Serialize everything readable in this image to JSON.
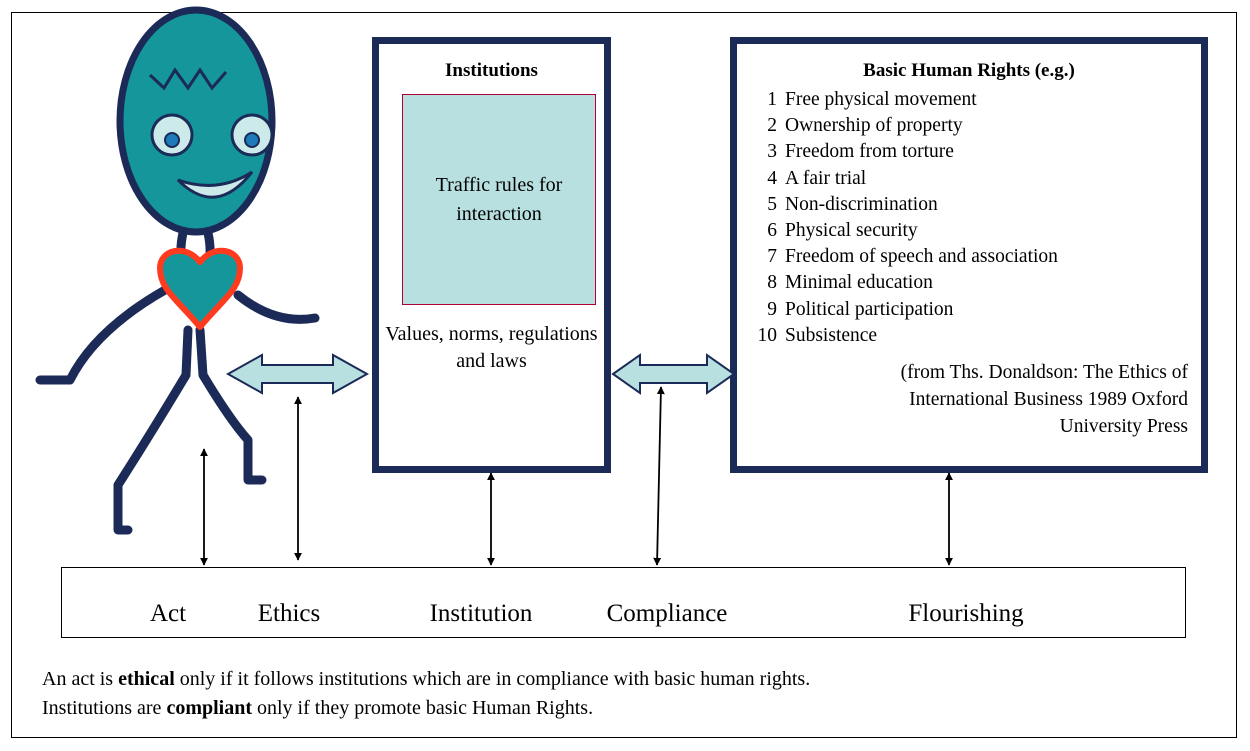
{
  "institutions": {
    "title": "Institutions",
    "inner_box_text": "Traffic rules for interaction",
    "caption": "Values, norms, regulations and laws"
  },
  "rights": {
    "title": "Basic Human Rights (e.g.)",
    "items": [
      {
        "num": "1",
        "text": "Free physical movement"
      },
      {
        "num": "2",
        "text": "Ownership of property"
      },
      {
        "num": "3",
        "text": "Freedom from torture"
      },
      {
        "num": "4",
        "text": "A fair trial"
      },
      {
        "num": "5",
        "text": "Non-discrimination"
      },
      {
        "num": "6",
        "text": "Physical security"
      },
      {
        "num": "7",
        "text": "Freedom of speech and association"
      },
      {
        "num": "8",
        "text": "Minimal education"
      },
      {
        "num": "9",
        "text": "Political participation"
      },
      {
        "num": "10",
        "text": "Subsistence"
      }
    ],
    "citation": "(from Ths. Donaldson: The Ethics of\nInternational Business 1989 Oxford\nUniversity Press"
  },
  "bar": {
    "act": "Act",
    "ethics": "Ethics",
    "institution": "Institution",
    "compliance": "Compliance",
    "flourishing": "Flourishing"
  },
  "footnote": {
    "line1_pre": "An act is ",
    "line1_bold": "ethical",
    "line1_post": " only if it follows institutions which are in compliance with basic human rights.",
    "line2_pre": "Institutions are ",
    "line2_bold": "compliant",
    "line2_post": " only if they promote basic Human Rights."
  },
  "colors": {
    "navy": "#1b2a57",
    "teal": "#14969a",
    "light_teal": "#b9e0e0",
    "heart_outline": "#ff3b1f",
    "eye_blue": "#1f7ab8"
  }
}
